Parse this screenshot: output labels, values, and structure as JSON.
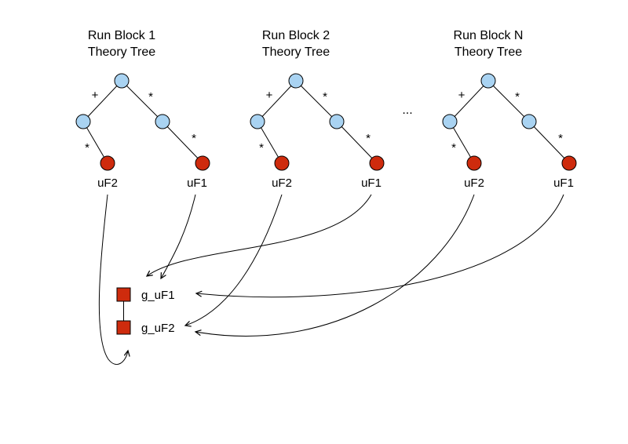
{
  "diagram": {
    "blocks": [
      {
        "title": "Run Block 1",
        "subtitle": "Theory Tree",
        "edge_ops": {
          "root_left": "+",
          "root_right": "*",
          "left_leaf": "*",
          "right_leaf": "*"
        },
        "leaves": {
          "left": "uF2",
          "right": "uF1"
        }
      },
      {
        "title": "Run Block 2",
        "subtitle": "Theory Tree",
        "edge_ops": {
          "root_left": "+",
          "root_right": "*",
          "left_leaf": "*",
          "right_leaf": "*"
        },
        "leaves": {
          "left": "uF2",
          "right": "uF1"
        }
      },
      {
        "title": "Run Block N",
        "subtitle": "Theory Tree",
        "edge_ops": {
          "root_left": "+",
          "root_right": "*",
          "left_leaf": "*",
          "right_leaf": "*"
        },
        "leaves": {
          "left": "uF2",
          "right": "uF1"
        }
      }
    ],
    "ellipsis": "...",
    "global_accumulators": [
      {
        "label": "g_uF1"
      },
      {
        "label": "g_uF2"
      }
    ],
    "colors": {
      "tree_node_fill": "#A9D3F2",
      "tree_node_stroke": "#000000",
      "leaf_node_fill": "#CE2B0D",
      "leaf_node_stroke": "#000000",
      "accumulator_fill": "#CE2B0D",
      "accumulator_stroke": "#000000",
      "edge": "#000000",
      "text": "#000000",
      "background": "#FFFFFF"
    }
  }
}
